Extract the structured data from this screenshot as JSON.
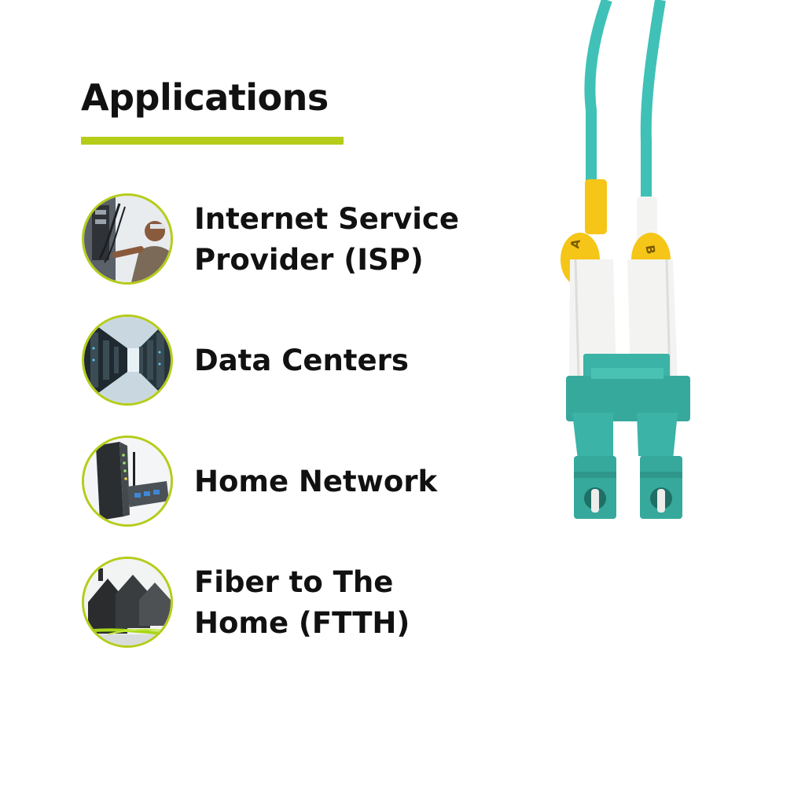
{
  "heading": {
    "title": "Applications",
    "accent_color": "#b5cc18"
  },
  "applications": [
    {
      "lines": [
        "Internet Service",
        "Provider (ISP)"
      ],
      "icon": "technician-photo-icon"
    },
    {
      "lines": [
        "Data Centers"
      ],
      "icon": "server-racks-photo-icon"
    },
    {
      "lines": [
        "Home Network"
      ],
      "icon": "router-photo-icon"
    },
    {
      "lines": [
        "Fiber to The",
        "Home (FTTH)"
      ],
      "icon": "houses-fiber-photo-icon"
    }
  ],
  "connector": {
    "cable_color": "#3fc1b7",
    "boot_color": "#f3f4f2",
    "body_color": "#3bb3a6",
    "label_a": "A",
    "label_b": "B",
    "label_color": "#f5c518"
  }
}
